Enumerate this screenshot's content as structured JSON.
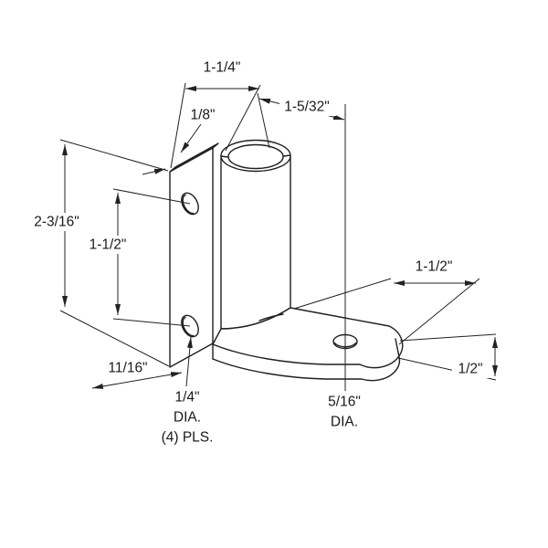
{
  "drawing": {
    "kind": "isometric technical line drawing",
    "subject": "stirrup wall bracket with U-channel and flanged foot",
    "line_color": "#1f1f1f",
    "background": "#ffffff"
  },
  "dimensions": {
    "top_width": "1-1/4\"",
    "plate_thickness": "1/8\"",
    "channel_offset": "1-5/32\"",
    "overall_height": "2-3/16\"",
    "hole_spacing": "1-1/2\"",
    "foot_length": "1-1/2\"",
    "hole_offset": "11/16\"",
    "foot_thickness": "1/2\"",
    "plate_hole": {
      "line1": "1/4\"",
      "line2": "DIA.",
      "line3": "(4) PLS."
    },
    "base_hole": {
      "line1": "5/16\"",
      "line2": "DIA."
    }
  }
}
